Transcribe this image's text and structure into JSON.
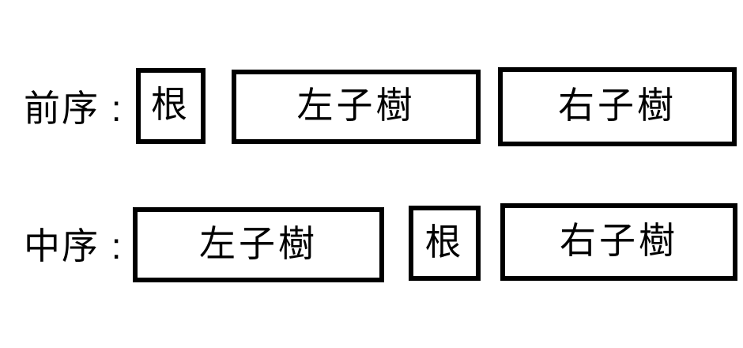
{
  "colors": {
    "background": "#ffffff",
    "border": "#000000",
    "text": "#000000"
  },
  "rows": {
    "preorder": {
      "label": "前序 :",
      "boxes": [
        {
          "text": "根"
        },
        {
          "text": "左子樹"
        },
        {
          "text": "右子樹"
        }
      ]
    },
    "inorder": {
      "label": "中序 :",
      "boxes": [
        {
          "text": "左子樹"
        },
        {
          "text": "根"
        },
        {
          "text": "右子樹"
        }
      ]
    }
  }
}
